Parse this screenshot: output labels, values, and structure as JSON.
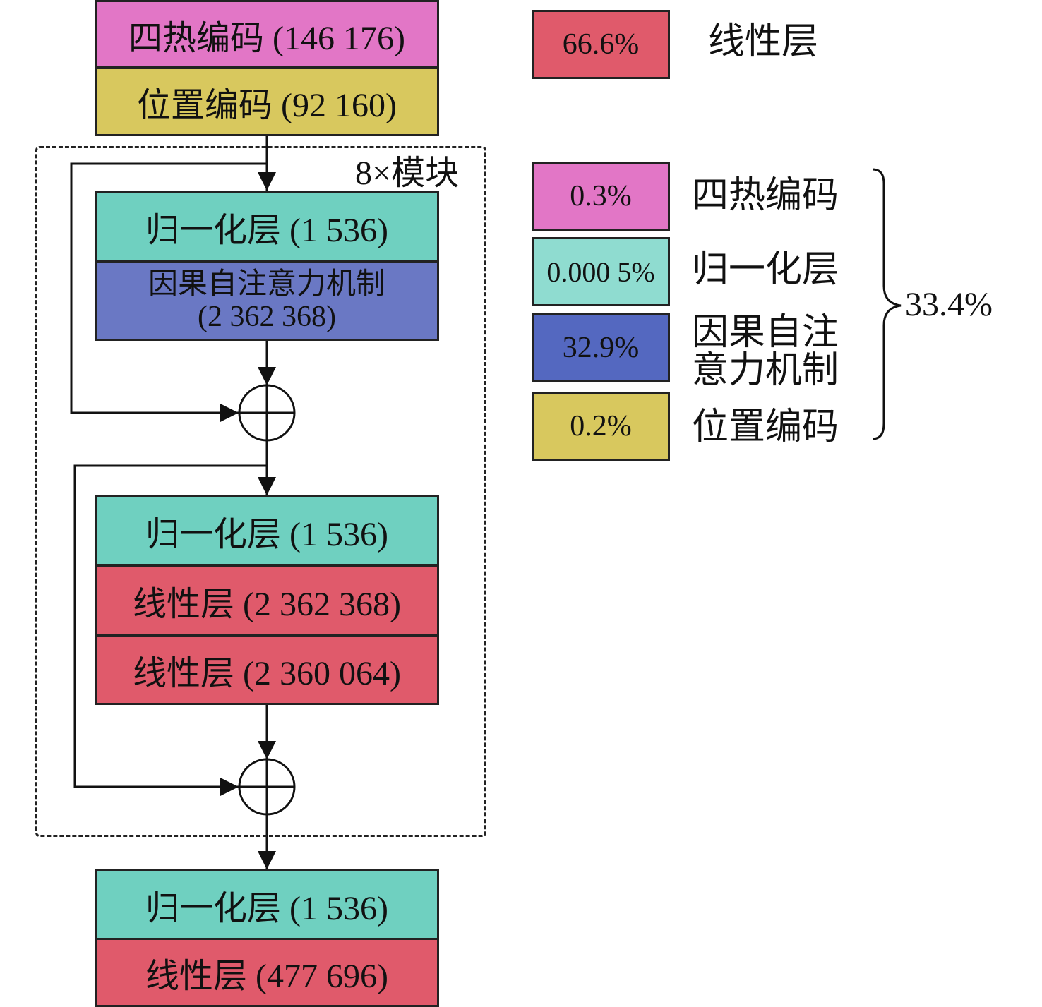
{
  "colors": {
    "onehot": "#e276c6",
    "position": "#d8c85e",
    "norm": "#6fd0c0",
    "attention": "#6a78c4",
    "linear": "#e05a6b",
    "attention_legend": "#5468c0",
    "norm_legend": "#8fdcd0"
  },
  "diagram": {
    "onehot": "四热编码 (146 176)",
    "position": "位置编码 (92 160)",
    "block_label": "8×模块",
    "norm1": "归一化层 (1 536)",
    "attention_line1": "因果自注意力机制",
    "attention_line2": "(2 362 368)",
    "norm2": "归一化层 (1 536)",
    "linear1": "线性层 (2 362 368)",
    "linear2": "线性层 (2 360 064)",
    "norm_final": "归一化层 (1 536)",
    "linear_final": "线性层 (477 696)"
  },
  "legend": {
    "linear_pct": "66.6%",
    "linear_label": "线性层",
    "onehot_pct": "0.3%",
    "onehot_label": "四热编码",
    "norm_pct": "0.000 5%",
    "norm_label": "归一化层",
    "attention_pct": "32.9%",
    "attention_label_line1": "因果自注",
    "attention_label_line2": "意力机制",
    "position_pct": "0.2%",
    "position_label": "位置编码",
    "group_total": "33.4%"
  }
}
